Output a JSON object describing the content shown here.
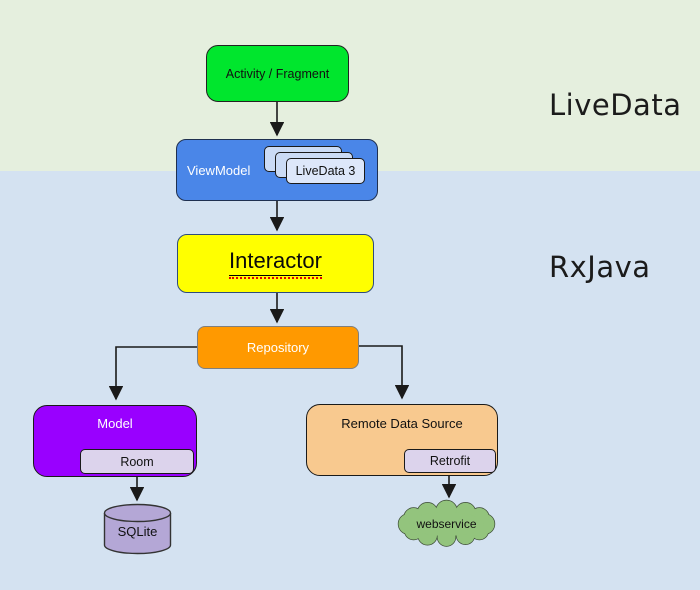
{
  "regions": {
    "livedata": {
      "label": "LiveData"
    },
    "rxjava": {
      "label": "RxJava"
    }
  },
  "nodes": {
    "activity": {
      "label": "Activity / Fragment",
      "color": "#00E62D"
    },
    "viewmodel": {
      "label": "ViewModel",
      "color": "#4A86E8"
    },
    "livedata_card": {
      "label": "LiveData 3",
      "color": "#DDE7FA"
    },
    "interactor": {
      "label": "Interactor",
      "color": "#FFFF00"
    },
    "repository": {
      "label": "Repository",
      "color": "#FF9900"
    },
    "model": {
      "label": "Model",
      "color": "#9900FF"
    },
    "room": {
      "label": "Room",
      "color": "#DCD3EC"
    },
    "remote_data_source": {
      "label": "Remote Data Source",
      "color": "#F8C98F"
    },
    "retrofit": {
      "label": "Retrofit",
      "color": "#DCD3EC"
    },
    "sqlite": {
      "label": "SQLite",
      "color": "#B4A7D6"
    },
    "webservice": {
      "label": "webservice",
      "color": "#93C47D"
    }
  },
  "background": {
    "top": "#E5EFDE",
    "bottom": "#D4E2F1"
  }
}
